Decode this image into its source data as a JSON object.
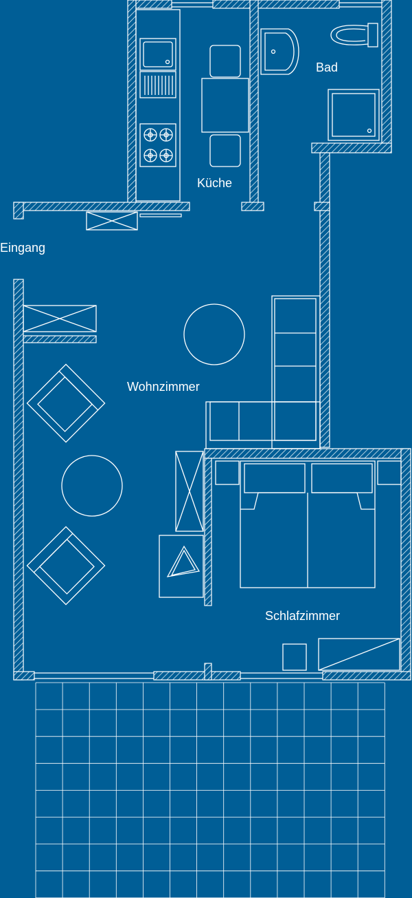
{
  "colors": {
    "background": "#005e96",
    "line": "#ffffff"
  },
  "rooms": {
    "kitchen": "Küche",
    "bath": "Bad",
    "entrance": "Eingang",
    "living": "Wohnzimmer",
    "bedroom": "Schlafzimmer"
  },
  "icons": {
    "wall_hatch": "hatched-wall-icon",
    "cabinet": "cabinet-icon",
    "sink": "sink-icon",
    "stove": "stove-icon",
    "toilet": "toilet-icon",
    "shower": "shower-icon"
  }
}
